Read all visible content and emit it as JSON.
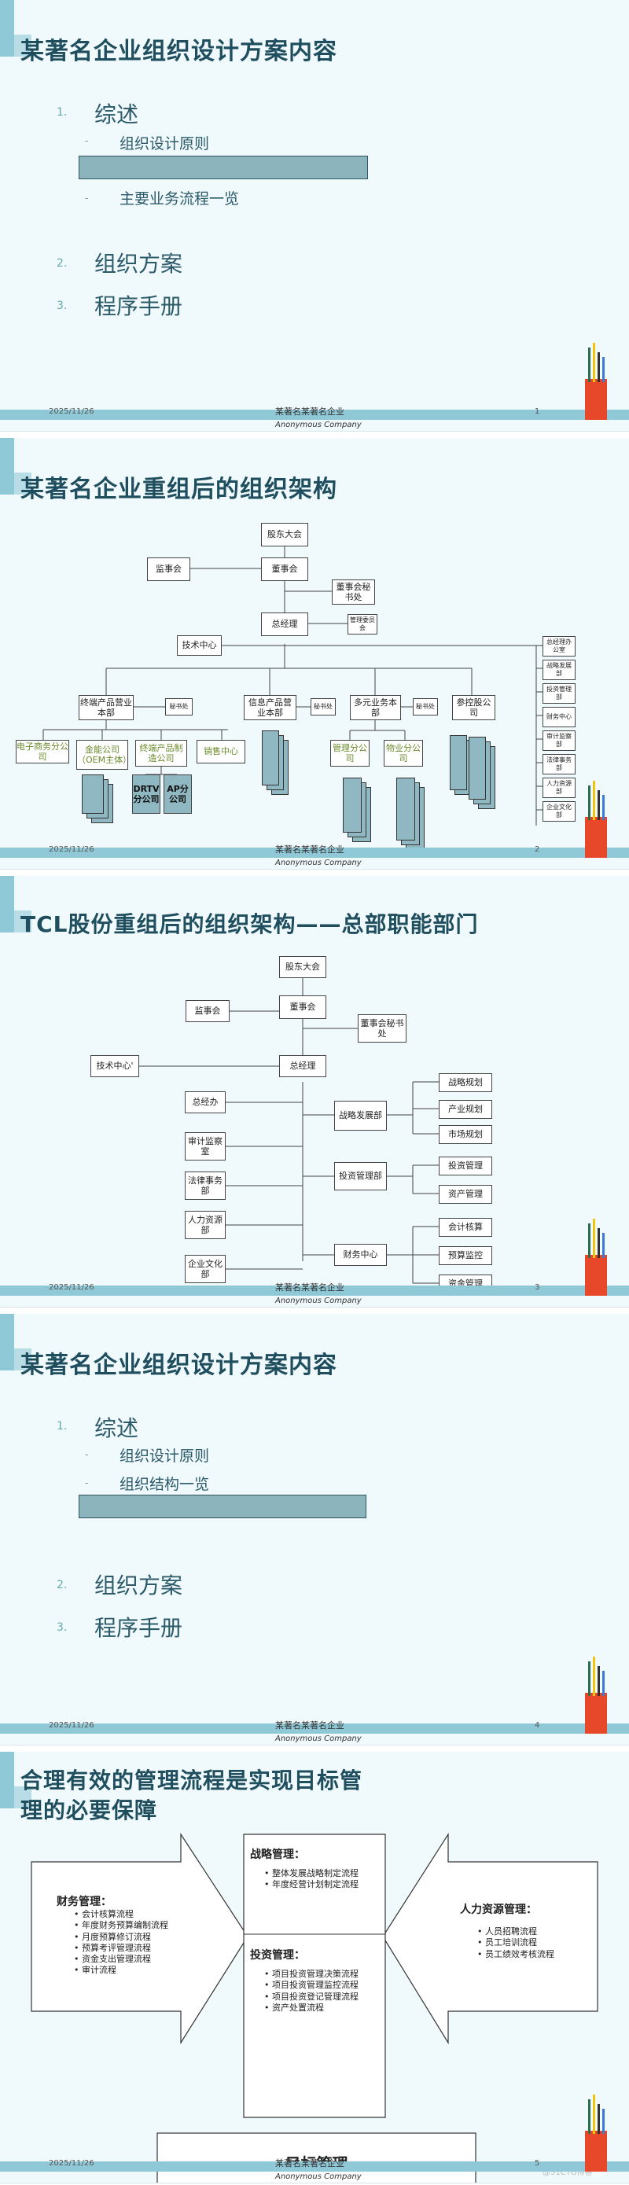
{
  "footer": {
    "date": "2025/11/26",
    "center_line1": "某著名某著名企业",
    "center_line2": "Anonymous Company"
  },
  "slide1": {
    "title": "某著名企业组织设计方案内容",
    "items": [
      {
        "num": "1.",
        "label": "综述",
        "subs": [
          "组织设计原则",
          "主要业务流程一览"
        ]
      },
      {
        "num": "2.",
        "label": "组织方案"
      },
      {
        "num": "3.",
        "label": "程序手册"
      }
    ],
    "page": "1"
  },
  "slide2": {
    "title": "某著名企业重组后的组织架构",
    "page": "2",
    "boxes": {
      "shareholders": "股东大会",
      "supervisory": "监事会",
      "board": "董事会",
      "board_sec": "董事会秘书处",
      "gm": "总经理",
      "mgmt_committee": "管理委员会",
      "tech": "技术中心",
      "terminal": "终端产品营业本部",
      "it": "信息产品营业本部",
      "diverse": "多元业务本部",
      "holding": "参控股公司",
      "sec": "秘书处",
      "ecommerce": "电子商务分公司",
      "oem": "金能公司（OEM主体）",
      "terminal_mfg": "终端产品制造公司",
      "sales": "销售中心",
      "drtv": "DRTV分公司",
      "ap": "AP分公司",
      "mgmt_sub": "管理分公司",
      "property": "物业分公司"
    },
    "right_col": [
      "总经理办公室",
      "战略发展部",
      "投资管理部",
      "财务中心",
      "审计监察部",
      "法律事务部",
      "人力资源部",
      "企业文化部"
    ]
  },
  "slide3": {
    "title": "TCL股份重组后的组织架构——总部职能部门",
    "page": "3",
    "boxes": {
      "shareholders": "股东大会",
      "supervisory": "监事会",
      "board": "董事会",
      "board_sec": "董事会秘书处",
      "tech": "技术中心'",
      "gm": "总经理",
      "office": "总经办",
      "audit": "审计监察室",
      "legal": "法律事务部",
      "hr": "人力资源部",
      "culture": "企业文化部",
      "strategy": "战略发展部",
      "invest": "投资管理部",
      "finance": "财务中心"
    },
    "strategy_items": [
      "战略规划",
      "产业规划",
      "市场规划"
    ],
    "invest_items": [
      "投资管理",
      "资产管理"
    ],
    "finance_items": [
      "会计核算",
      "预算监控",
      "资金管理"
    ]
  },
  "slide4": {
    "title": "某著名企业组织设计方案内容",
    "items": [
      {
        "num": "1.",
        "label": "综述",
        "subs": [
          "组织设计原则",
          "组织结构一览"
        ]
      },
      {
        "num": "2.",
        "label": "组织方案"
      },
      {
        "num": "3.",
        "label": "程序手册"
      }
    ],
    "page": "4"
  },
  "slide5": {
    "title_line1": "合理有效的管理流程是实现目标管",
    "title_line2": "理的必要保障",
    "page": "5",
    "finance": {
      "head": "财务管理：",
      "items": [
        "会计核算流程",
        "年度财务预算编制流程",
        "月度预算修订流程",
        "预算考评管理流程",
        "资金支出管理流程",
        "审计流程"
      ]
    },
    "strategy": {
      "head": "战略管理：",
      "items": [
        "整体发展战略制定流程",
        "年度经营计划制定流程"
      ]
    },
    "invest": {
      "head": "投资管理：",
      "items": [
        "项目投资管理决策流程",
        "项目投资管理监控流程",
        "项目投资登记管理流程",
        "资产处置流程"
      ]
    },
    "hr": {
      "head": "人力资源管理：",
      "items": [
        "人员招聘流程",
        "员工培训流程",
        "员工绩效考核流程"
      ]
    },
    "goal": "目标管理",
    "watermark": "@51CTO博客"
  }
}
